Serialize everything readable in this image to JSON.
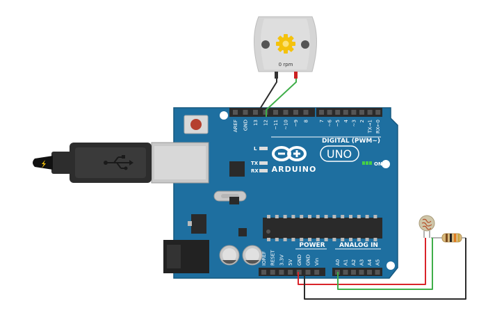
{
  "motor": {
    "speed_label": "0 rpm"
  },
  "board": {
    "brand": "ARDUINO",
    "model": "UNO",
    "digital_header_label": "DIGITAL (PWM~)",
    "power_header_label": "POWER",
    "analog_header_label": "ANALOG IN",
    "on_label": "ON",
    "led_labels": {
      "l": "L",
      "tx": "TX",
      "rx": "RX"
    },
    "top_left_pins": [
      "AREF",
      "GND",
      "13",
      "12",
      "~11",
      "~10",
      "~9",
      "8"
    ],
    "top_right_pins": [
      "7",
      "~6",
      "~5",
      "4",
      "~3",
      "2",
      "TX→1",
      "RX←0"
    ],
    "power_pins": [
      "IOREF",
      "RESET",
      "3.3V",
      "5V",
      "GND",
      "GND",
      "Vin"
    ],
    "analog_pins": [
      "A0",
      "A1",
      "A2",
      "A3",
      "A4",
      "A5"
    ]
  },
  "colors": {
    "board": "#1e6fa0",
    "board_edge": "#16587f",
    "wire_red": "#d9232a",
    "wire_green": "#3fae49",
    "wire_black": "#2b2b2b",
    "motor_body": "#d8d8d8",
    "gear": "#f4c20d"
  }
}
